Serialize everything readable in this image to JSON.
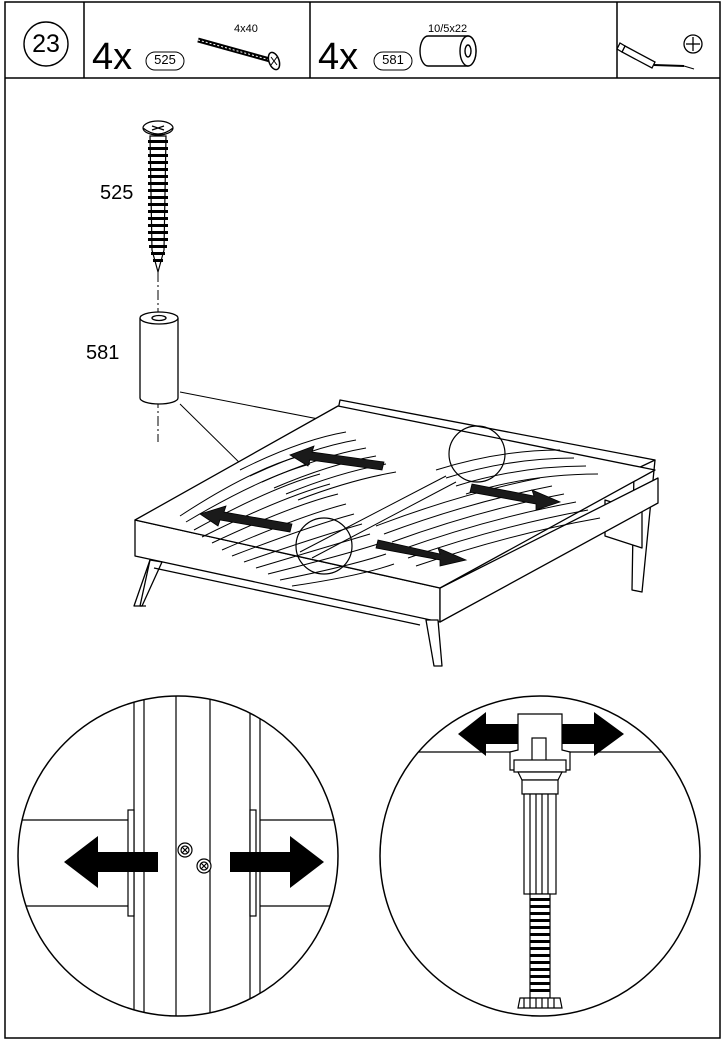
{
  "step": {
    "number": "23"
  },
  "parts": [
    {
      "qty": "4x",
      "id": "525",
      "size": "4x40",
      "kind": "screw"
    },
    {
      "qty": "4x",
      "id": "581",
      "size": "10/5x22",
      "kind": "spacer"
    }
  ],
  "tools": [
    "screwdriver-icon",
    "phillips-head-icon"
  ],
  "diagram": {
    "screw_label": "525",
    "spacer_label": "581"
  },
  "arrows": {
    "color": "#000000"
  }
}
